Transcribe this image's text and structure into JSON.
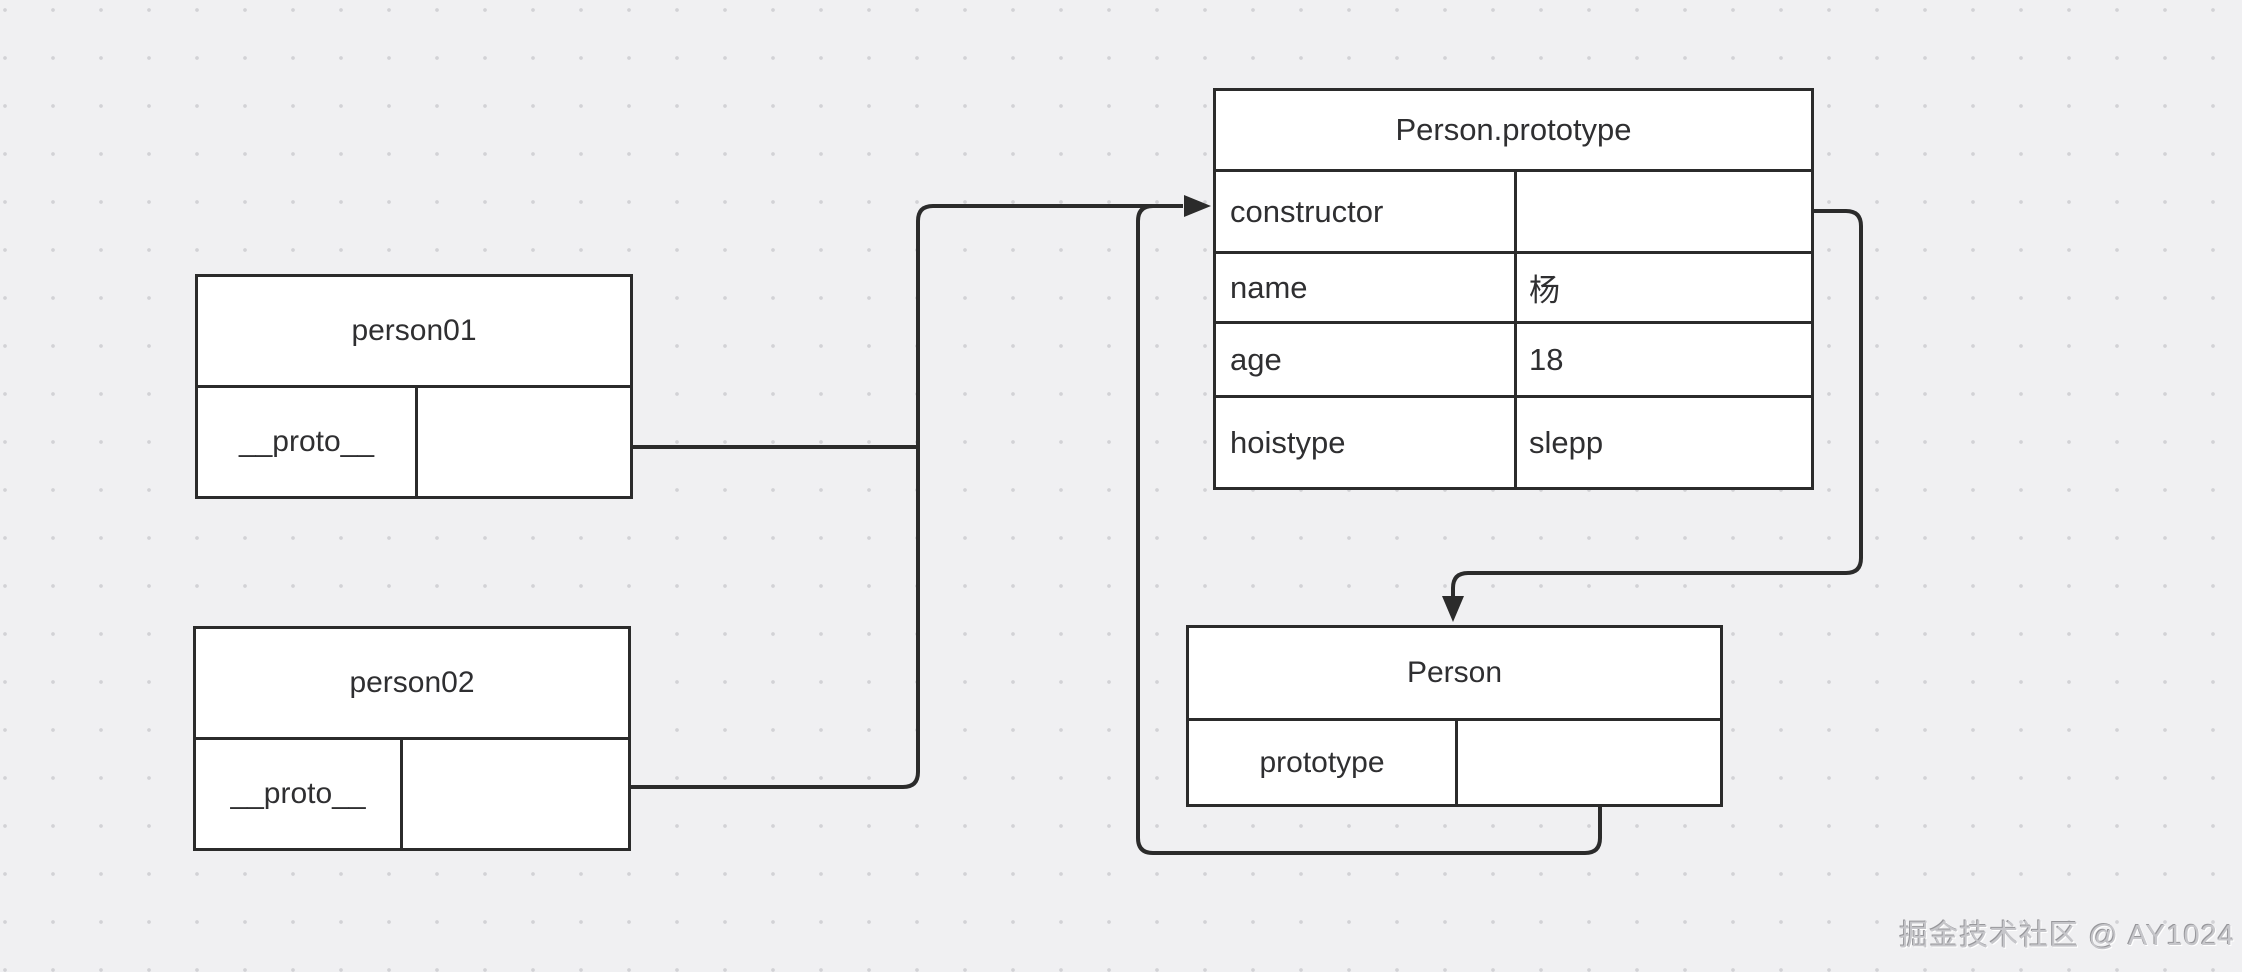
{
  "canvas": {
    "background": "#f0f0f2",
    "grid_dot_color": "#d2d2d6",
    "line_color": "#2b2b2b",
    "node_fill": "#ffffff",
    "text_color": "#2f2f31"
  },
  "nodes": {
    "person01": {
      "title": "person01",
      "field": "__proto__",
      "value": ""
    },
    "person02": {
      "title": "person02",
      "field": "__proto__",
      "value": ""
    },
    "prototype_table": {
      "title": "Person.prototype",
      "rows": [
        {
          "key": "constructor",
          "value": ""
        },
        {
          "key": "name",
          "value": "杨"
        },
        {
          "key": "age",
          "value": "18"
        },
        {
          "key": "hoistype",
          "value": "slepp"
        }
      ]
    },
    "person_fn": {
      "title": "Person",
      "field": "prototype",
      "value": ""
    }
  },
  "edges": [
    {
      "from": "person01.__proto__",
      "to": "Person.prototype"
    },
    {
      "from": "person02.__proto__",
      "to": "Person.prototype"
    },
    {
      "from": "Person.prototype.constructor",
      "to": "Person"
    },
    {
      "from": "Person.prototype (of Person)",
      "to": "Person.prototype"
    }
  ],
  "watermark": {
    "text": "掘金技术社区 @ AY1024"
  }
}
